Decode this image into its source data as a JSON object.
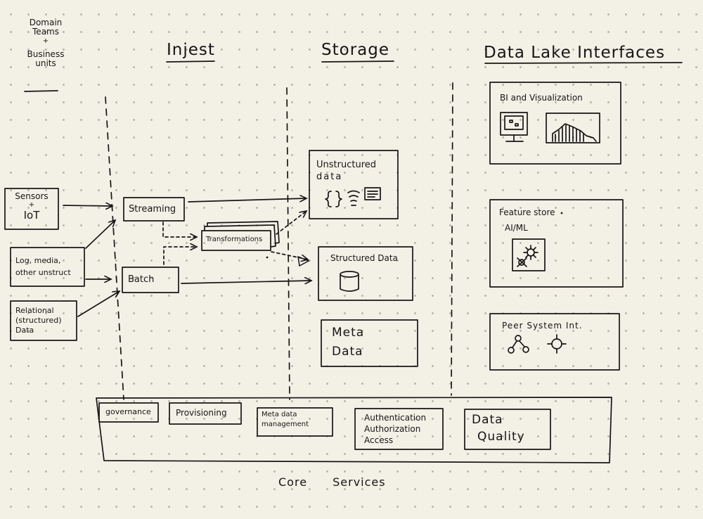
{
  "domain_teams": [
    "Domain",
    "Teams",
    "+",
    "Business",
    "units"
  ],
  "headers": {
    "ingest": "Injest",
    "storage": "Storage",
    "interfaces": "Data Lake Interfaces"
  },
  "sources": {
    "sensors": [
      "Sensors",
      "+",
      "IoT"
    ],
    "log": [
      "Log, media,",
      "other unstruct"
    ],
    "relational": [
      "Relational",
      "(structured)",
      "Data"
    ]
  },
  "ingest": {
    "streaming": "Streaming",
    "batch": "Batch",
    "transformations": "Transformations"
  },
  "storage": {
    "unstructured": [
      "Unstructured",
      "data"
    ],
    "structured": "Structured Data",
    "meta": [
      "Meta",
      "Data"
    ]
  },
  "interfaces": {
    "bi": "BI and Visualization",
    "feature_store": "Feature store",
    "ai_ml": "AI/ML",
    "peer": "Peer System Int."
  },
  "core_services": {
    "items": {
      "governance": "governance",
      "provisioning": "Provisioning",
      "metadata": [
        "Meta data",
        "management"
      ],
      "auth": [
        "Authentication",
        "Authorization",
        "Access"
      ],
      "quality": [
        "Data",
        "Quality"
      ]
    },
    "label": "Core Services"
  }
}
